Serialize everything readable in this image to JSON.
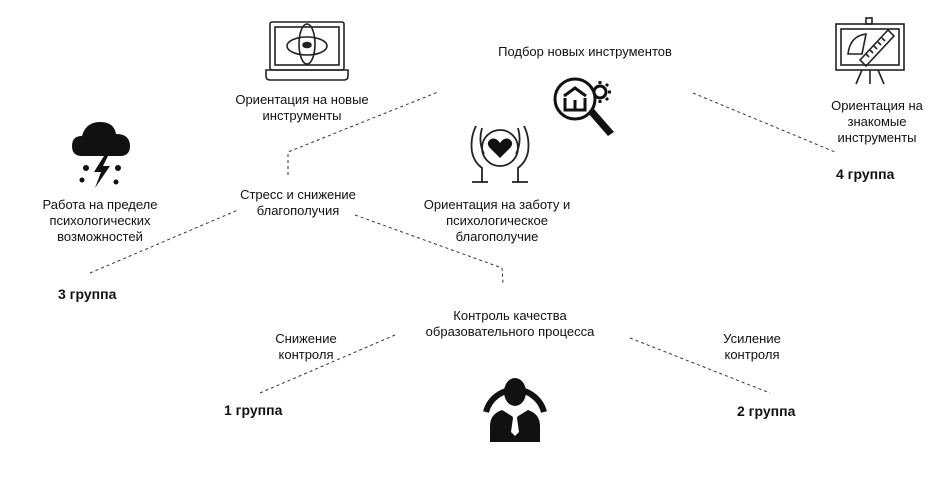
{
  "labels": {
    "new_tools_selection": "Подбор новых инструментов",
    "orientation_new_tools": [
      "Ориентация на новые",
      "инструменты"
    ],
    "orientation_known_tools": [
      "Ориентация на",
      "знакомые",
      "инструменты"
    ],
    "stress": [
      "Стресс и снижение",
      "благополучия"
    ],
    "limit_work": [
      "Работа на пределе",
      "психологических",
      "возможностей"
    ],
    "care_orientation": [
      "Ориентация на заботу и",
      "психологическое",
      "благополучие"
    ],
    "quality_control": [
      "Контроль качества",
      "образовательного процесса"
    ],
    "control_decrease": [
      "Снижение",
      "контроля"
    ],
    "control_increase": [
      "Усиление",
      "контроля"
    ]
  },
  "groups": {
    "g1": "1 группа",
    "g2": "2 группа",
    "g3": "3 группа",
    "g4": "4 группа"
  },
  "icons": [
    "laptop-orbit-icon",
    "storm-cloud-icon",
    "search-book-gear-icon",
    "hands-heart-icon",
    "easel-ruler-icon",
    "person-icon"
  ]
}
